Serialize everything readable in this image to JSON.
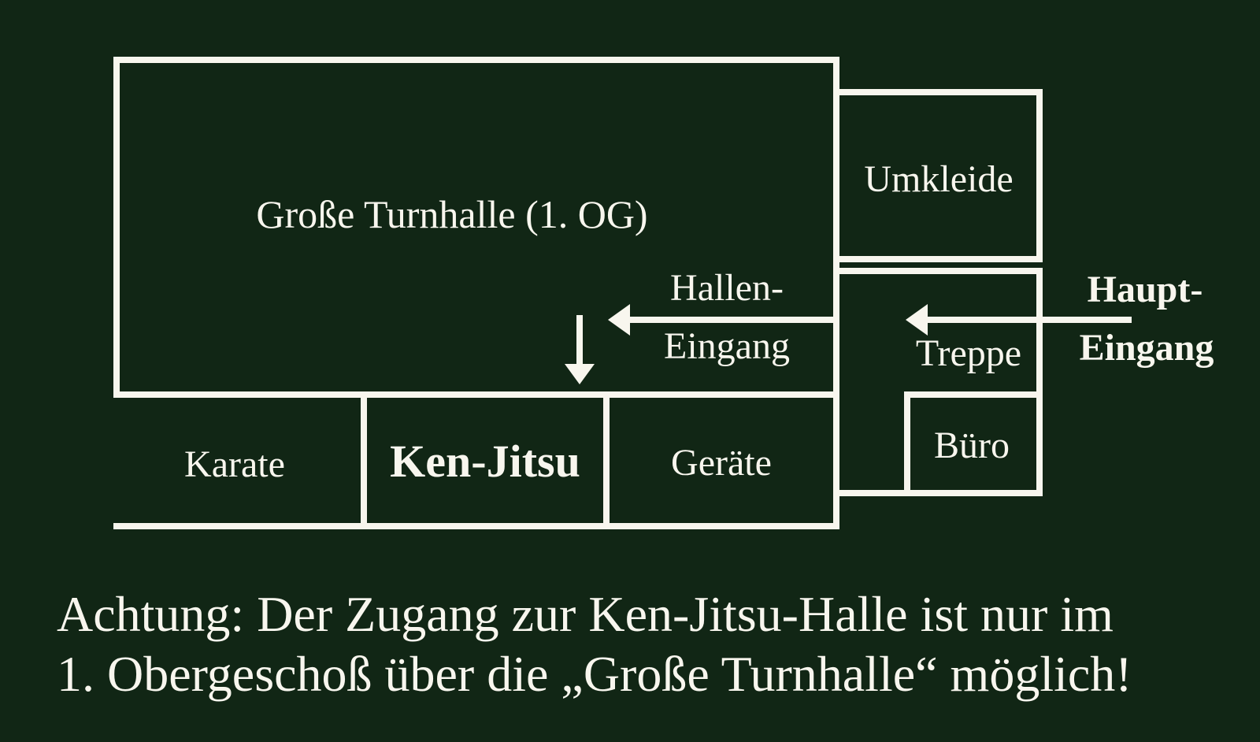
{
  "colors": {
    "background": "#112615",
    "line": "#f8f6ee",
    "text": "#f8f6ee"
  },
  "floor_plan": {
    "rooms": {
      "hall": {
        "label": "Große Turnhalle (1. OG)"
      },
      "umkleide": {
        "label": "Umkleide"
      },
      "treppe": {
        "label": "Treppe"
      },
      "buero": {
        "label": "Büro"
      },
      "karate": {
        "label": "Karate"
      },
      "ken_jitsu": {
        "label": "Ken-Jitsu"
      },
      "geraete": {
        "label": "Geräte"
      }
    },
    "entrances": {
      "hall_entrance": {
        "line1": "Hallen-",
        "line2": "Eingang"
      },
      "main_entrance": {
        "line1": "Haupt-",
        "line2": "Eingang"
      }
    }
  },
  "notice": {
    "line1": "Achtung: Der Zugang zur Ken-Jitsu-Halle ist nur im",
    "line2": "1. Obergeschoß über die „Große Turnhalle“ möglich!"
  }
}
